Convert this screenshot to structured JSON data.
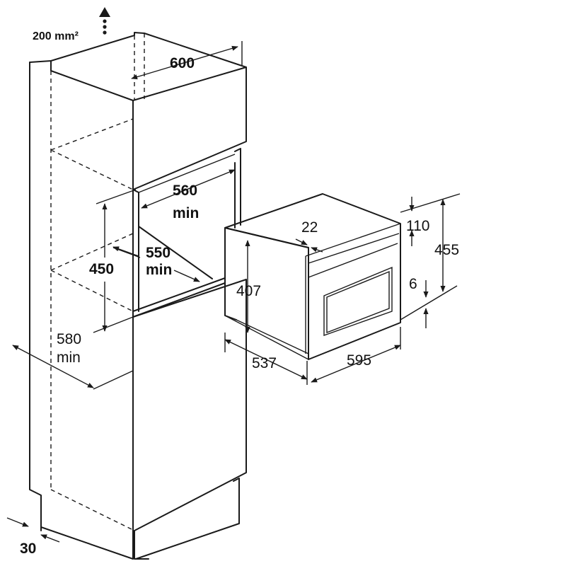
{
  "labels": {
    "vent_area": "200 mm²",
    "cabinet_width": "600",
    "niche_width": "560",
    "niche_width_min": "min",
    "niche_depth": "550",
    "niche_depth_min": "min",
    "niche_height": "450",
    "cabinet_depth": "580",
    "cabinet_depth_min": "min",
    "plinth": "30",
    "oven_front_offset": "22",
    "panel_height": "110",
    "total_height": "455",
    "oven_height": "407",
    "bottom_gap": "6",
    "oven_depth": "537",
    "oven_width": "595"
  },
  "colors": {
    "line": "#1a1a1a",
    "background": "#ffffff"
  }
}
